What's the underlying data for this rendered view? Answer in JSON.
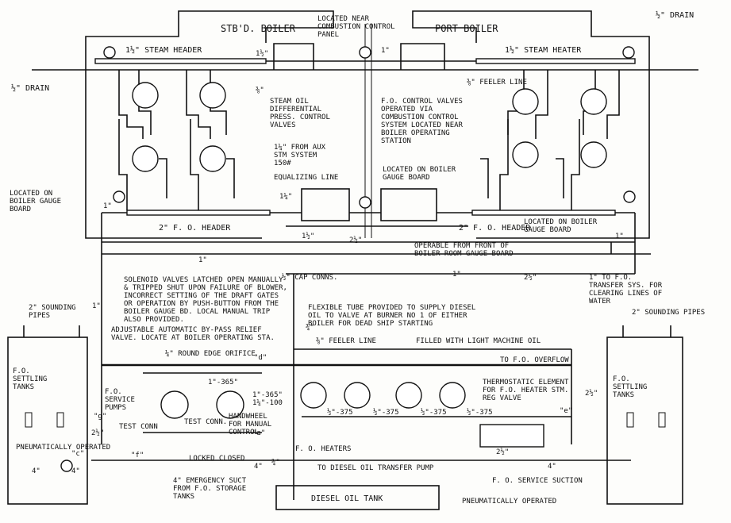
{
  "boilers": {
    "stbd": "STB'D. BOILER",
    "port": "PORT BOILER",
    "center_note": "LOCATED NEAR COMBUSTION CONTROL PANEL"
  },
  "headers": {
    "stbd_steam": "1½\" STEAM HEADER",
    "port_steam": "1½\" STEAM HEATER",
    "stbd_fo": "2\" F. O. HEADER",
    "port_fo": "2\" F. O. HEADER"
  },
  "drains": {
    "left": "½\" DRAIN",
    "right": "½\" DRAIN"
  },
  "notes": {
    "steam_oil": "STEAM OIL DIFFERENTIAL PRESS. CONTROL VALVES",
    "fo_control": "F.O. CONTROL VALVES OPERATED VIA COMBUSTION CONTROL SYSTEM LOCATED NEAR BOILER OPERATING STATION",
    "feeler_top": "⅜\" FEELER LINE",
    "aux_steam": "1¼\" FROM AUX STM SYSTEM 150#",
    "equalizing": "EQUALIZING LINE",
    "gauge_left": "LOCATED ON BOILER GAUGE BOARD",
    "gauge_center": "LOCATED ON BOILER GAUGE BOARD",
    "gauge_right": "LOCATED ON BOILER GAUGE BOARD",
    "operable": "OPERABLE FROM FRONT OF BOILER ROOM GAUGE BOARD",
    "transfer": "1\" TO F.O. TRANSFER SYS. FOR CLEARING LINES OF WATER",
    "solenoid": "SOLENOID VALVES LATCHED OPEN MANUALLY & TRIPPED SHUT UPON FAILURE OF BLOWER, INCORRECT SETTING OF THE DRAFT GATES OR OPERATION BY PUSH-BUTTON FROM THE BOILER GAUGE BD. LOCAL MANUAL TRIP ALSO PROVIDED.",
    "cap_conns": "½\" CAP CONNS.",
    "flexible": "FLEXIBLE TUBE PROVIDED TO SUPPLY DIESEL OIL TO VALVE AT BURNER NO 1 OF EITHER BOILER FOR DEAD SHIP STARTING",
    "bypass": "ADJUSTABLE AUTOMATIC BY-PASS RELIEF VALVE. LOCATE AT BOILER OPERATING STA.",
    "feeler_low": "⅜\" FEELER LINE",
    "light_oil": "FILLED WITH LIGHT MACHINE OIL",
    "overflow": "TO F.O. OVERFLOW",
    "orifice": "¼\" ROUND EDGE ORIFICE",
    "thermostatic": "THERMOSTATIC ELEMENT FOR F.O. HEATER STM. REG VALVE",
    "handwheel": "HANDWHEEL FOR MANUAL CONTROL",
    "locked": "LOCKED CLOSED",
    "diesel_pump": "TO DIESEL OIL TRANSFER PUMP",
    "emergency": "4\" EMERGENCY SUCT FROM F.O. STORAGE TANKS",
    "service_suction": "F. O. SERVICE SUCTION",
    "pneu_left": "PNEUMATICALLY OPERATED",
    "pneu_right": "PNEUMATICALLY OPERATED",
    "test_conn": "TEST CONN",
    "test_conn2": "TEST CONN."
  },
  "equipment": {
    "service_pumps": "F.O. SERVICE PUMPS",
    "heaters": "F. O. HEATERS",
    "diesel_tank": "DIESEL OIL TANK",
    "settling_left": "F.O. SETTLING TANKS",
    "settling_right": "F.O. SETTLING TANKS",
    "sounding_left": "2\" SOUNDING PIPES",
    "sounding_right": "2\" SOUNDING PIPES"
  },
  "sizes": {
    "s1": "1½\"",
    "s2": "⅜\"",
    "s3": "1\"",
    "s4": "1¼\"",
    "s5": "2½\"",
    "s6": "1½\"",
    "s7": "1\"",
    "s8": "2½\"",
    "s9": "1\"",
    "s10": "2½\"",
    "s11": "4\"",
    "s12": "4\"",
    "s13": "¾\"",
    "s14": "4\"",
    "s15": "¾\"",
    "s16": "1\"",
    "s17": "2½\"",
    "s18": "4\"",
    "s19": "1\"",
    "s20": "1\"",
    "s21": "2½\"",
    "p365a": "1\"-365\"",
    "p365b": "1\"-365\"",
    "p100": "1¼\"-100",
    "h375a": "½\"-375",
    "h375b": "½\"-375",
    "h375c": "½\"-375",
    "h375d": "½\"-375"
  },
  "letters": {
    "d": "\"d\"",
    "e": "\"e\"",
    "g": "\"g\"",
    "c": "\"c\"",
    "f": "\"f\"",
    "a": "\"a\""
  }
}
